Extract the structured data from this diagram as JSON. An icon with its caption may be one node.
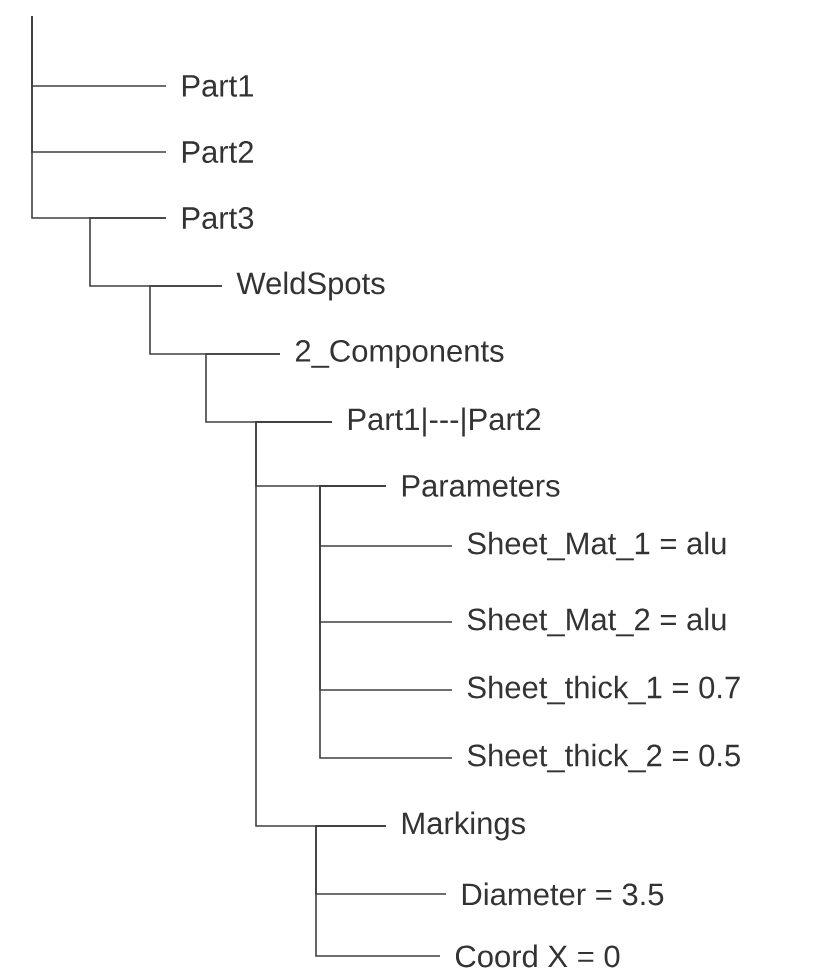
{
  "diagram": {
    "nodes": [
      {
        "text": [
          "Part1"
        ]
      },
      {
        "text": [
          "Part2"
        ]
      },
      {
        "text": [
          "Part3"
        ]
      },
      {
        "text": [
          "WeldSpots"
        ]
      },
      {
        "text": [
          "2_Components"
        ]
      },
      {
        "text": [
          "Part1|---|Part2"
        ]
      },
      {
        "text": [
          "Parameters"
        ]
      },
      {
        "text": [
          "Sheet_Mat_1 = alu"
        ]
      },
      {
        "text": [
          "Sheet_Mat_2 = alu"
        ]
      },
      {
        "text": [
          "Sheet_thick_1 = 0.7"
        ]
      },
      {
        "text": [
          "Sheet_thick_2 = 0.5"
        ]
      },
      {
        "text": [
          "Markings"
        ]
      },
      {
        "text": [
          "Diameter = 3.5"
        ]
      },
      {
        "text": [
          "Coord X = 0"
        ]
      }
    ],
    "edges": [
      {
        "from": null,
        "to": 0,
        "arrow": "none"
      },
      {
        "from": null,
        "to": 1,
        "arrow": "none"
      },
      {
        "from": null,
        "to": 2,
        "arrow": "none"
      },
      {
        "from": 2,
        "to": 3,
        "arrow": "none"
      },
      {
        "from": 3,
        "to": 4,
        "arrow": "none"
      },
      {
        "from": 4,
        "to": 5,
        "arrow": "none"
      },
      {
        "from": 5,
        "to": 6,
        "arrow": "none"
      },
      {
        "from": 6,
        "to": 7,
        "arrow": "none"
      },
      {
        "from": 6,
        "to": 8,
        "arrow": "none"
      },
      {
        "from": 6,
        "to": 9,
        "arrow": "none"
      },
      {
        "from": 6,
        "to": 10,
        "arrow": "none"
      },
      {
        "from": 5,
        "to": 11,
        "arrow": "none"
      },
      {
        "from": 11,
        "to": 12,
        "arrow": "none"
      },
      {
        "from": 11,
        "to": 13,
        "arrow": "none"
      }
    ]
  }
}
